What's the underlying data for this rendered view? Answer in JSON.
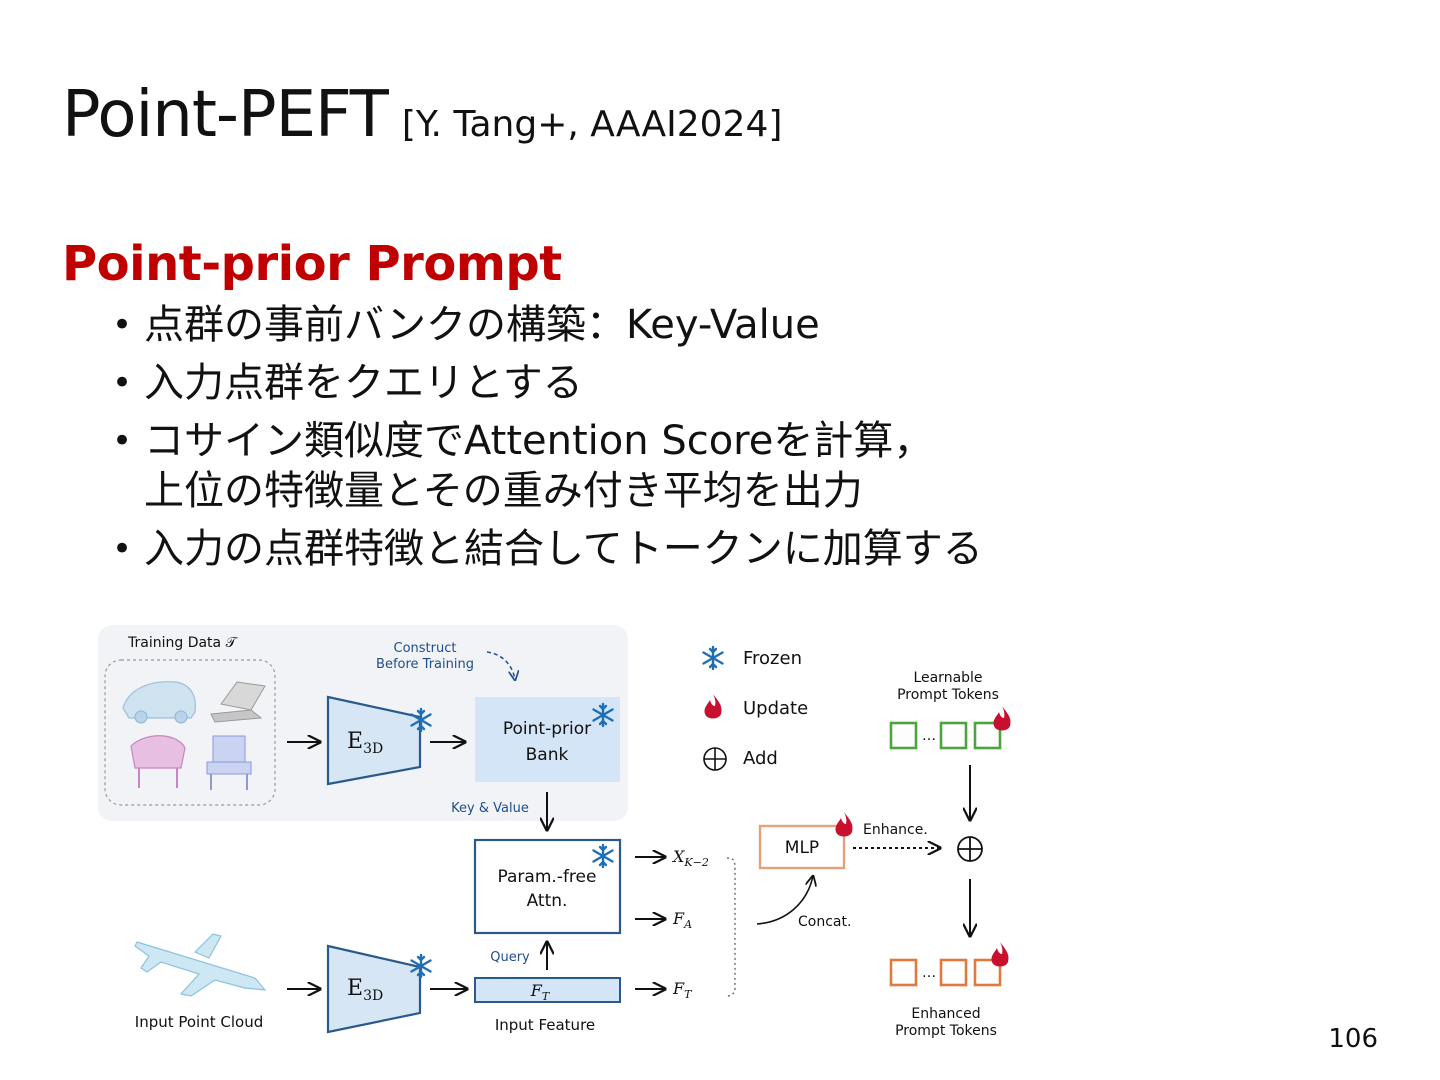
{
  "slide": {
    "title": "Point-PEFT",
    "citation": "[Y. Tang+, AAAI2024]",
    "subtitle": "Point-prior Prompt",
    "bullets": [
      {
        "line1": "点群の事前バンクの構築：Key-Value",
        "line2": ""
      },
      {
        "line1": "入力点群をクエリとする",
        "line2": ""
      },
      {
        "line1": "コサイン類似度でAttention Scoreを計算，",
        "line2": "上位の特徴量とその重み付き平均を出力"
      },
      {
        "line1": "入力の点群特徴と結合してトークンに加算する",
        "line2": ""
      }
    ],
    "page_number": "106"
  },
  "diagram": {
    "training_data_label": "Training Data 𝒯",
    "construct_label_1": "Construct",
    "construct_label_2": "Before Training",
    "encoder_label": "E",
    "encoder_sub": "3D",
    "bank_label_1": "Point-prior",
    "bank_label_2": "Bank",
    "key_value_label": "Key & Value",
    "attn_label_1": "Param.-free",
    "attn_label_2": "Attn.",
    "query_label": "Query",
    "input_feature_box": "F",
    "input_feature_sub": "T",
    "input_feature_label": "Input Feature",
    "input_point_cloud_label": "Input Point Cloud",
    "out_xk": "X",
    "out_xk_sub": "K−2",
    "out_fa": "F",
    "out_fa_sub": "A",
    "out_ft": "F",
    "out_ft_sub": "T",
    "concat_label": "Concat.",
    "mlp_label": "MLP",
    "enhance_label": "Enhance.",
    "legend_frozen": "Frozen",
    "legend_update": "Update",
    "legend_add": "Add",
    "learnable_label_1": "Learnable",
    "learnable_label_2": "Prompt Tokens",
    "enhanced_label_1": "Enhanced",
    "enhanced_label_2": "Prompt Tokens",
    "ellipsis": "…",
    "colors": {
      "encoder_fill": "#d7e6f5",
      "bank_fill": "#d4e5f7",
      "frame_stroke": "#2a5a8c",
      "green_token": "#4aa63c",
      "orange_token": "#e07a3c",
      "mlp_stroke": "#e8a07a",
      "flame": "#c8102e",
      "snow": "#1f6fb5",
      "panel_bg": "#f1f3f6"
    }
  }
}
